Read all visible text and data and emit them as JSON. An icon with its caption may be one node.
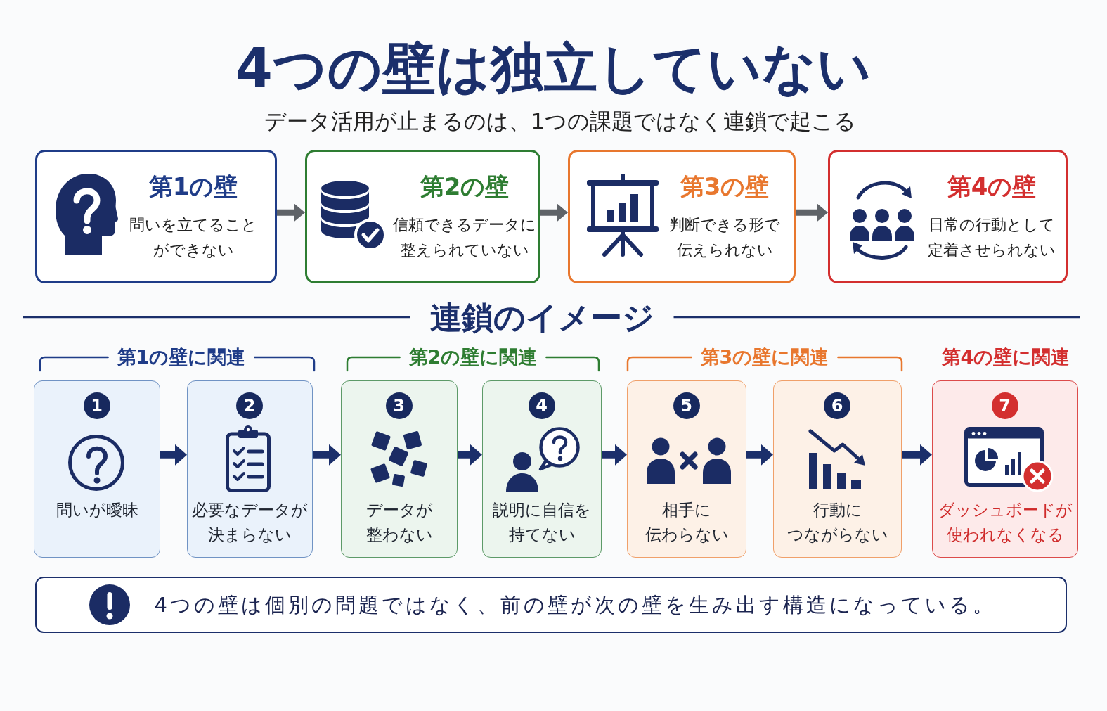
{
  "diagram": {
    "title": "4つの壁は独立していない",
    "nodes": [
      {
        "text": [
          "第1の壁",
          "問いを立てることができない"
        ]
      },
      {
        "text": [
          "第2の壁",
          "信頼できるデータに整えられていない"
        ]
      },
      {
        "text": [
          "第3の壁",
          "判断できる形で伝えられない"
        ]
      },
      {
        "text": [
          "第4の壁",
          "日常の行動として定着させられない"
        ]
      },
      {
        "text": [
          "1",
          "問いが曖昧"
        ]
      },
      {
        "text": [
          "2",
          "必要なデータが決まらない"
        ]
      },
      {
        "text": [
          "3",
          "データが整わない"
        ]
      },
      {
        "text": [
          "4",
          "説明に自信を持てない"
        ]
      },
      {
        "text": [
          "5",
          "相手に伝わらない"
        ]
      },
      {
        "text": [
          "6",
          "行動につながらない"
        ]
      },
      {
        "text": [
          "7",
          "ダッシュボードが使われなくなる"
        ]
      },
      {
        "text": [
          "4つの壁は個別の問題ではなく、前の壁が次の壁を生み出す構造になっている。"
        ]
      }
    ],
    "edges": [
      {
        "from": 0,
        "to": 1,
        "arrow": "to",
        "color": "#5f6368"
      },
      {
        "from": 1,
        "to": 2,
        "arrow": "to",
        "color": "#5f6368"
      },
      {
        "from": 2,
        "to": 3,
        "arrow": "to",
        "color": "#5f6368"
      },
      {
        "from": 4,
        "to": 5,
        "arrow": "to"
      },
      {
        "from": 5,
        "to": 6,
        "arrow": "to"
      },
      {
        "from": 6,
        "to": 7,
        "arrow": "to"
      },
      {
        "from": 7,
        "to": 8,
        "arrow": "to"
      },
      {
        "from": 8,
        "to": 9,
        "arrow": "to"
      },
      {
        "from": 9,
        "to": 10,
        "arrow": "to"
      }
    ],
    "labels": [
      "データ活用が止まるのは、1つの課題ではなく連鎖で起こる",
      "連鎖のイメージ",
      "第1の壁に関連",
      "第2の壁に関連",
      "第3の壁に関連",
      "第4の壁に関連"
    ]
  }
}
